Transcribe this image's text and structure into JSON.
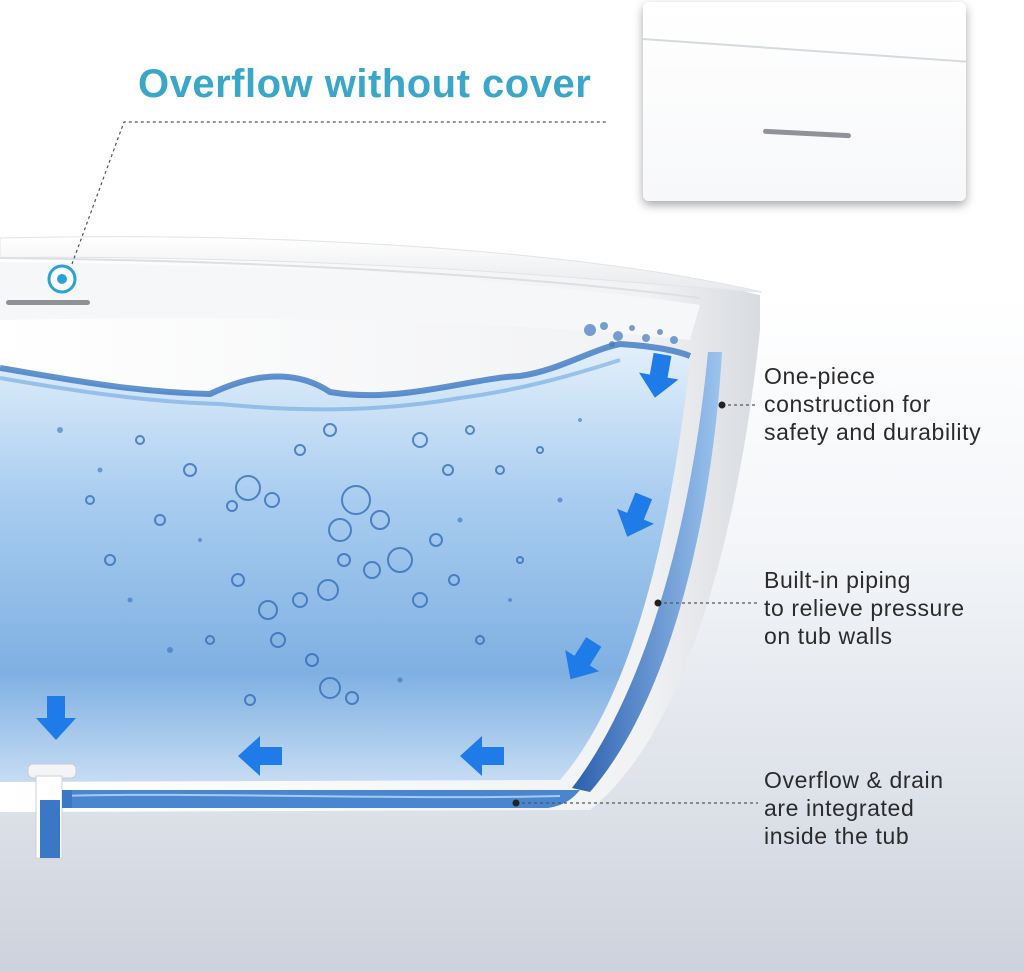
{
  "headline": {
    "text": "Overflow without cover",
    "color": "#3aa7c9"
  },
  "callouts": [
    {
      "text": "One-piece\nconstruction for\nsafety and durability"
    },
    {
      "text": "Built-in piping\nto relieve pressure\non tub walls"
    },
    {
      "text": "Overflow & drain\nare integrated\ninside the tub"
    }
  ],
  "colors": {
    "water_light": "#cfe3f7",
    "water_mid": "#8fbde8",
    "water_deep": "#5d9bd8",
    "arrow_blue": "#1e7be8",
    "overflow_ring": "#29a3d6",
    "tub_white": "#ffffff"
  },
  "icons": {
    "overflow_button": "overflow-ring-icon",
    "flow_arrow": "arrow-icon",
    "drain_pipe": "drain-pipe-icon"
  }
}
